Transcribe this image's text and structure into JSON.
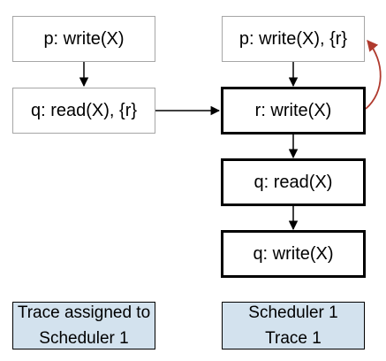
{
  "left_column": {
    "node_p": "p: write(X)",
    "node_q": "q: read(X), {r}"
  },
  "right_column": {
    "node_p": "p: write(X), {r}",
    "node_r": "r: write(X)",
    "node_q_read": "q: read(X)",
    "node_q_write": "q: write(X)"
  },
  "captions": {
    "left_line1": "Trace assigned to",
    "left_line2": "Scheduler 1",
    "right_line1": "Scheduler 1",
    "right_line2": "Trace 1"
  },
  "colors": {
    "caption_fill": "#d3e2ee",
    "back_edge": "#b03a2e",
    "thin_border": "#a6a6a6",
    "edge": "#000000"
  }
}
